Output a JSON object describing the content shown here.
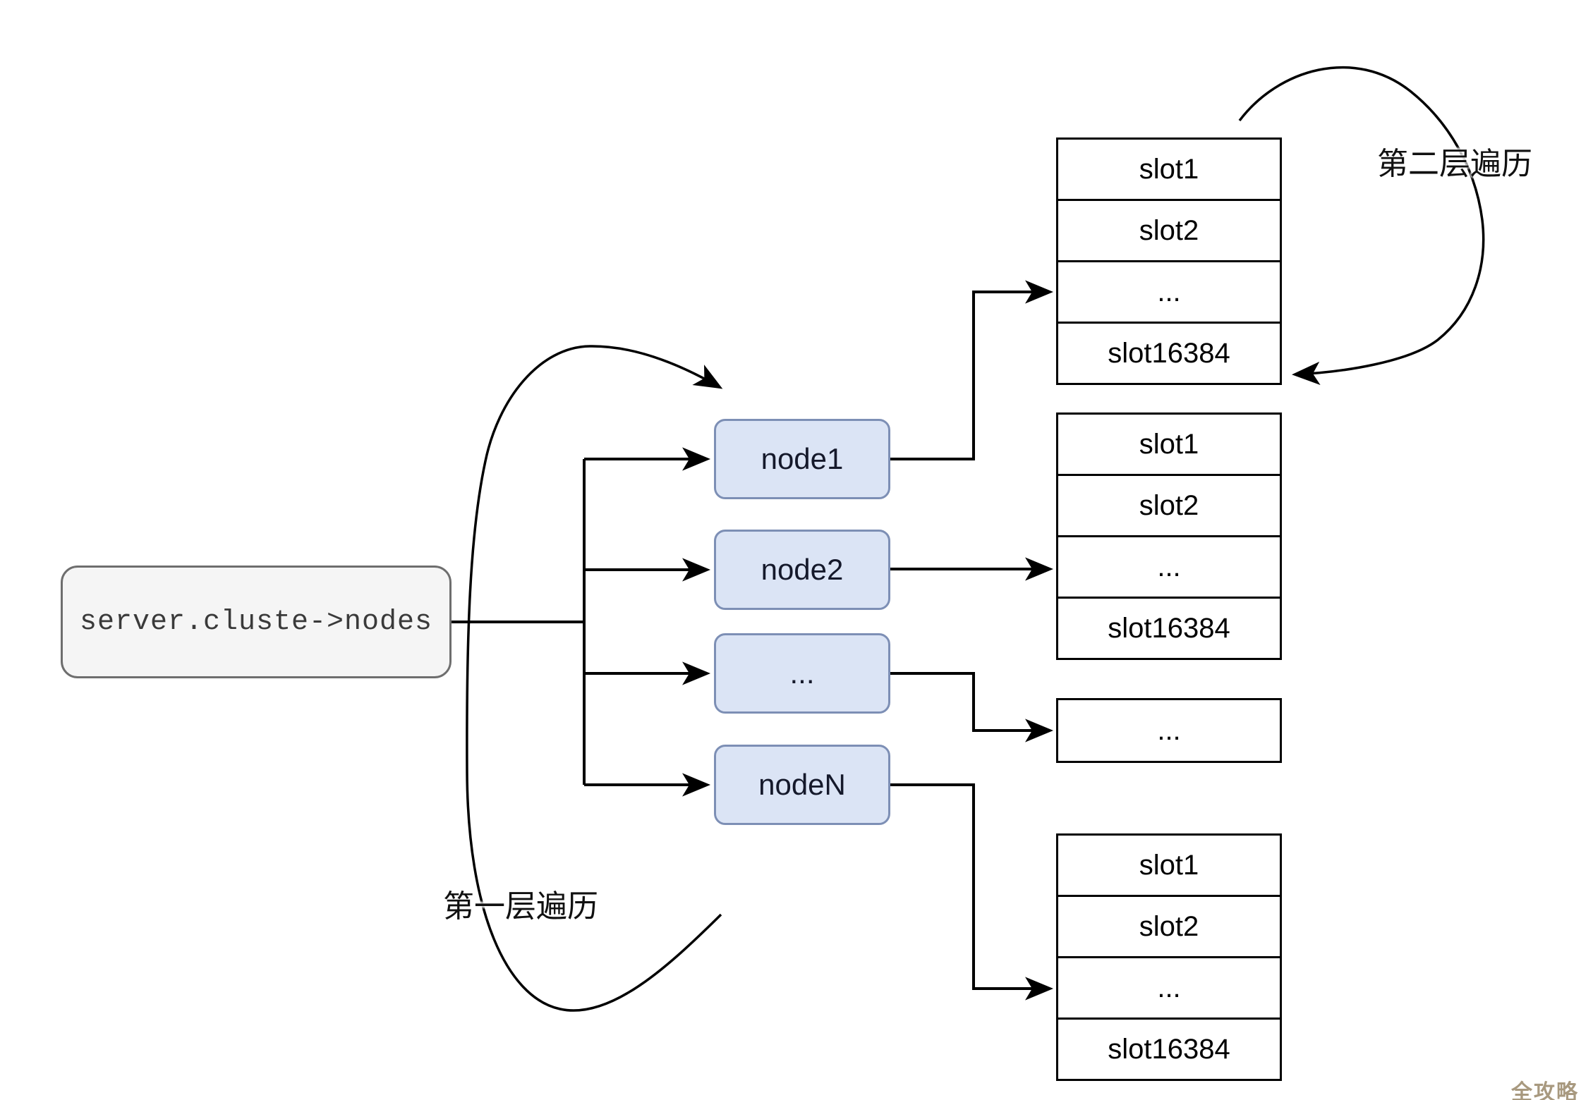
{
  "diagram": {
    "source_box": {
      "label": "server.cluste->nodes"
    },
    "nodes": [
      {
        "label": "node1"
      },
      {
        "label": "node2"
      },
      {
        "label": "..."
      },
      {
        "label": "nodeN"
      }
    ],
    "slot_stacks": [
      {
        "rows": [
          "slot1",
          "slot2",
          "...",
          "slot16384"
        ]
      },
      {
        "rows": [
          "slot1",
          "slot2",
          "...",
          "slot16384"
        ]
      },
      {
        "rows": [
          "..."
        ]
      },
      {
        "rows": [
          "slot1",
          "slot2",
          "...",
          "slot16384"
        ]
      }
    ],
    "annotations": {
      "second_layer": "第二层遍历",
      "first_layer": "第一层遍历"
    },
    "watermark": "全攻略",
    "colors": {
      "node_fill": "#dbe4f5",
      "node_border": "#7d8fb5",
      "source_fill": "#f5f5f5",
      "source_border": "#6e6e6e",
      "line": "#000000",
      "watermark": "#a8997f"
    }
  }
}
